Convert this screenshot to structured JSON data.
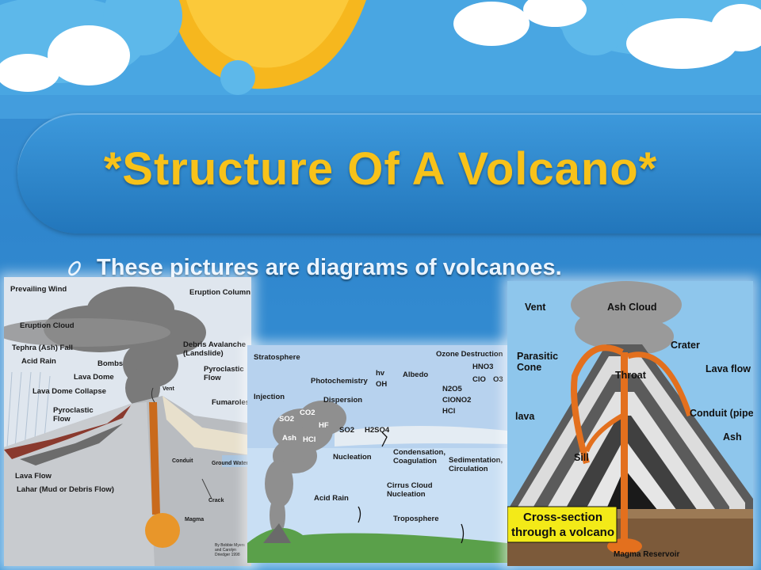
{
  "slide": {
    "title": "*Structure Of A Volcano*",
    "bullet": "These pictures are diagrams of volcanoes."
  },
  "colors": {
    "title": "#f7c21a",
    "background": "#3c93d6",
    "banner": "#2a7fc4"
  },
  "diagram_left": {
    "labels": {
      "prevailing_wind": "Prevailing Wind",
      "eruption_column": "Eruption Column",
      "eruption_cloud": "Eruption Cloud",
      "tephra": "Tephra (Ash) Fall",
      "acid_rain": "Acid Rain",
      "bombs": "Bombs",
      "lava_dome": "Lava Dome",
      "lava_dome_collapse": "Lava Dome Collapse",
      "pyroclastic_flow_left": "Pyroclastic Flow",
      "debris_avalanche": "Debris Avalanche (Landslide)",
      "pyroclastic_flow_right": "Pyroclastic Flow",
      "fumaroles": "Fumaroles",
      "vent": "Vent",
      "lava_flow": "Lava Flow",
      "lahar": "Lahar (Mud or Debris Flow)",
      "conduit": "Conduit",
      "ground_water": "Ground Water",
      "crack": "Crack",
      "magma": "Magma",
      "credit": "By Bobbie Myers and Carolyn Driedger 1998"
    }
  },
  "diagram_middle": {
    "labels": {
      "stratosphere": "Stratosphere",
      "ozone_destruction": "Ozone Destruction",
      "photochemistry": "Photochemistry",
      "hv": "hv",
      "oh": "OH",
      "albedo": "Albedo",
      "hno3": "HNO3",
      "clo": "ClO",
      "o3": "O3",
      "injection": "Injection",
      "dispersion": "Dispersion",
      "n2o5": "N2O5",
      "clono2": "ClONO2",
      "hcl_right": "HCl",
      "so2_cloud": "SO2",
      "co2": "CO2",
      "hf": "HF",
      "ash": "Ash",
      "hcl_cloud": "HCl",
      "so2_arrow": "SO2",
      "h2so4": "H2SO4",
      "nucleation": "Nucleation",
      "condensation": "Condensation, Coagulation",
      "sedimentation": "Sedimentation, Circulation",
      "cirrus": "Cirrus Cloud Nucleation",
      "acid_rain": "Acid Rain",
      "troposphere": "Troposphere"
    }
  },
  "diagram_right": {
    "labels": {
      "vent": "Vent",
      "ash_cloud": "Ash Cloud",
      "crater": "Crater",
      "parasitic_cone": "Parasitic Cone",
      "throat": "Throat",
      "lava_flow": "Lava flow",
      "lava": "lava",
      "conduit": "Conduit (pipe)",
      "ash": "Ash",
      "sill": "Sill",
      "cross_section": "Cross-section through a volcano",
      "magma_reservoir": "Magma Reservoir"
    }
  }
}
